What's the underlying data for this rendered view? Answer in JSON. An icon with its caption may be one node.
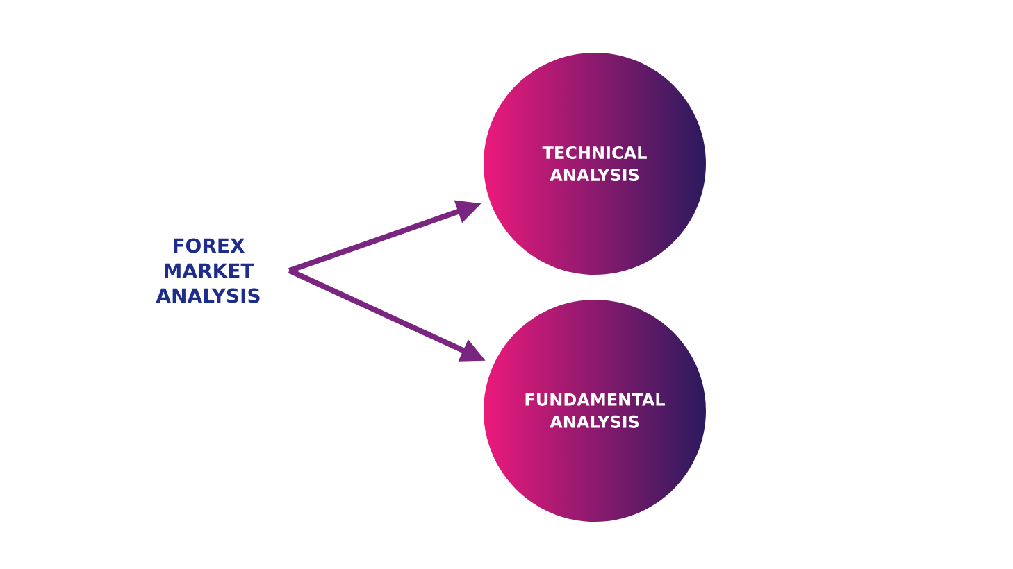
{
  "diagram": {
    "nodes": [
      {
        "text": [
          "FOREX MARKET ANALYSIS"
        ]
      },
      {
        "text": [
          "TECHNICAL ANALYSIS"
        ]
      },
      {
        "text": [
          "FUNDAMENTAL ANALYSIS"
        ]
      }
    ],
    "edges": [
      {
        "from": 0,
        "to": 1,
        "arrow": "to"
      },
      {
        "from": 0,
        "to": 2,
        "arrow": "to"
      }
    ]
  }
}
